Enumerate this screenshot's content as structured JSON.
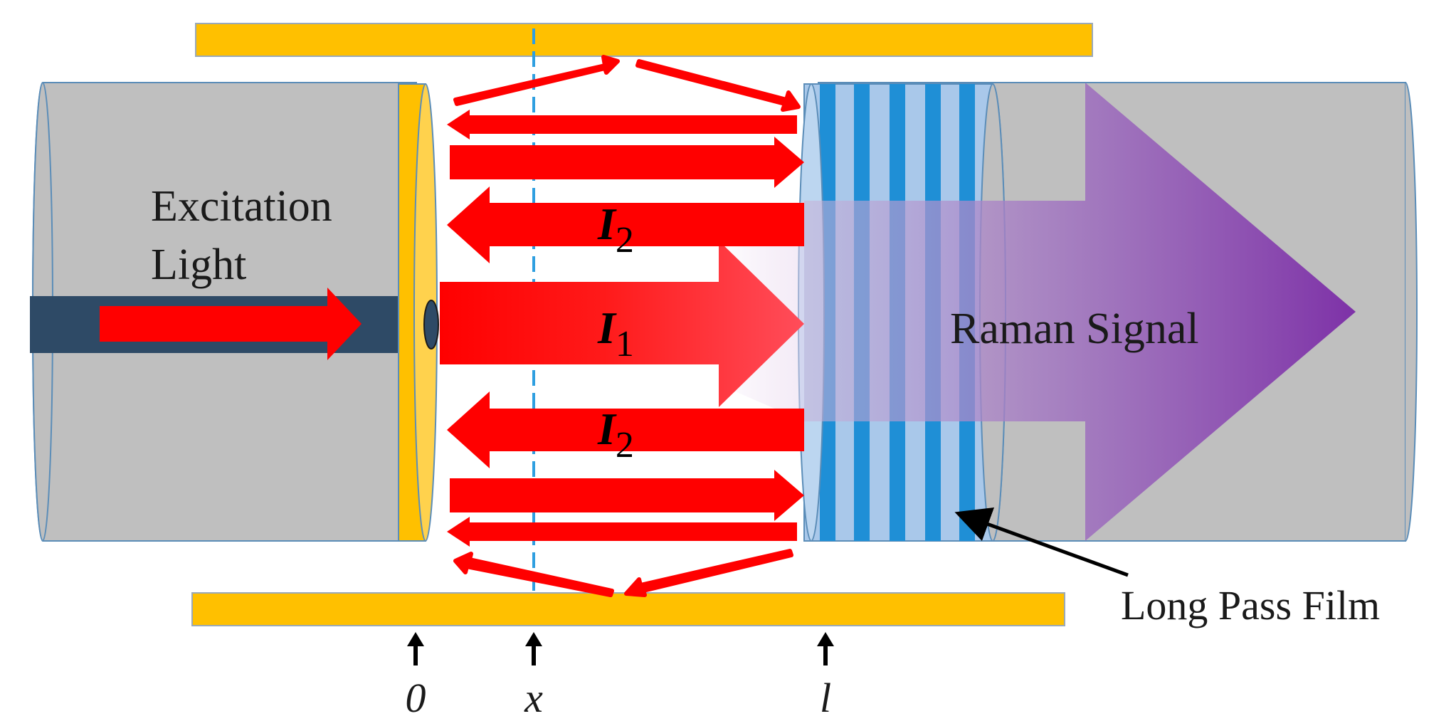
{
  "labels": {
    "excitation_line1": "Excitation",
    "excitation_line2": "Light",
    "raman_signal": "Raman Signal",
    "long_pass_film": "Long Pass Film",
    "i2_top_symbol": "I",
    "i2_top_sub": "2",
    "i1_symbol": "I",
    "i1_sub": "1",
    "i2_bottom_symbol": "I",
    "i2_bottom_sub": "2"
  },
  "axis_markers": {
    "origin": "0",
    "x": "x",
    "length": "l"
  },
  "colors": {
    "cylinder": "#bdbdbd",
    "cylinder_edge": "#5b8db8",
    "gold": "#ffc000",
    "fiber_core": "#2e4a66",
    "beam_red": "#ff0000",
    "film_dark": "#1f8fd6",
    "film_light": "#a9c8ea",
    "dashed_line": "#2f9fe0",
    "signal_purple": "#7b2fa8"
  }
}
